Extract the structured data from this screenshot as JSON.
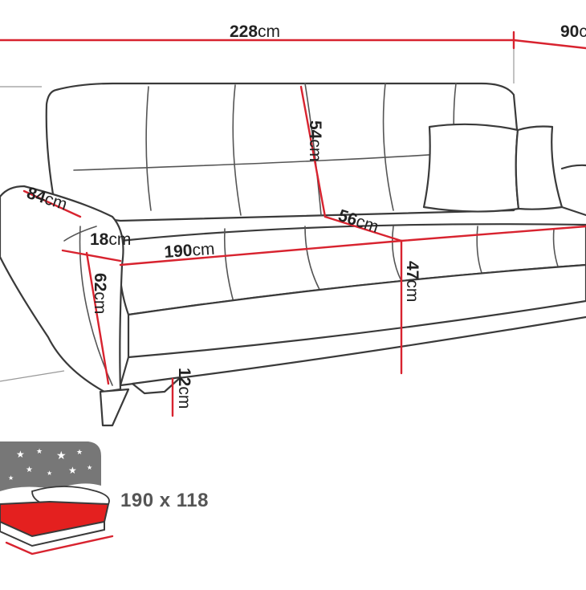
{
  "colors": {
    "dimension_line": "#d8232f",
    "outline": "#3a3a3a",
    "bed_icon_bg": "#777777",
    "bed_mattress": "#e4201f"
  },
  "dimensions": {
    "total_width": {
      "value": "228",
      "unit": "cm"
    },
    "total_depth": {
      "value": "90",
      "unit": "c"
    },
    "armrest_depth": {
      "value": "84",
      "unit": "cm"
    },
    "armrest_width": {
      "value": "18",
      "unit": "cm"
    },
    "seat_width": {
      "value": "190",
      "unit": "cm"
    },
    "armrest_height": {
      "value": "62",
      "unit": "cm"
    },
    "backrest_height": {
      "value": "54",
      "unit": "cm"
    },
    "seat_depth": {
      "value": "56",
      "unit": "cm"
    },
    "seat_height": {
      "value": "47",
      "unit": "cm"
    },
    "leg_height": {
      "value": "12",
      "unit": "cm"
    }
  },
  "bed_area": {
    "label": "190 x 118",
    "icons": [
      "stars-night-icon",
      "bed-mattress-icon"
    ]
  }
}
